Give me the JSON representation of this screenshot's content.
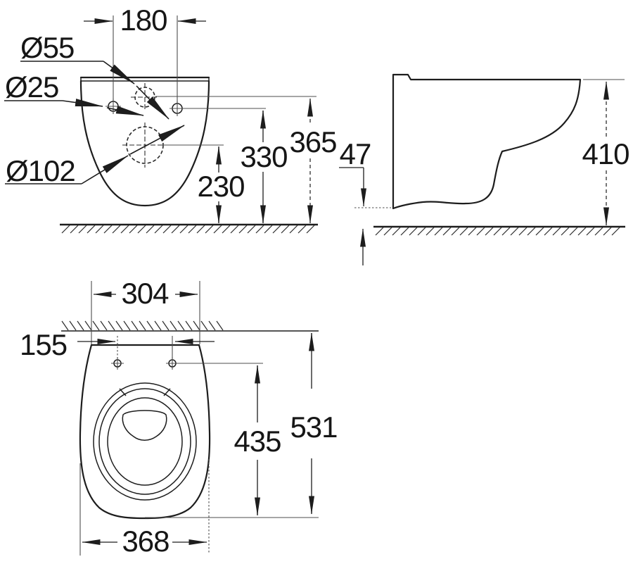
{
  "front_view": {
    "hole_spacing": "180",
    "flush_hole_diameter": "Ø55",
    "fixing_hole_diameter": "Ø25",
    "drain_hole_diameter": "Ø102",
    "flush_hole_height": "365",
    "fixing_hole_height": "330",
    "drain_hole_height": "230"
  },
  "side_view": {
    "bottom_clearance": "47",
    "rim_height": "410"
  },
  "plan_view": {
    "back_width": "304",
    "fixing_hole_spacing": "155",
    "holes_to_front": "435",
    "wall_to_front": "531",
    "max_width": "368"
  },
  "colors": {
    "line": "#1d1d1d",
    "extension_line": "#4d4d4d",
    "background": "#ffffff"
  }
}
